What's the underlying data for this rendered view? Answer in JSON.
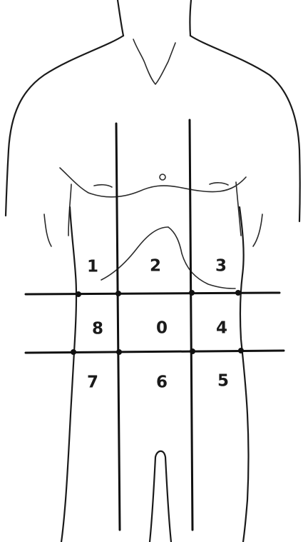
{
  "regions": [
    {
      "id": "r1",
      "label": "1"
    },
    {
      "id": "r2",
      "label": "2"
    },
    {
      "id": "r3",
      "label": "3"
    },
    {
      "id": "r8",
      "label": "8"
    },
    {
      "id": "r0",
      "label": "0"
    },
    {
      "id": "r4",
      "label": "4"
    },
    {
      "id": "r7",
      "label": "7"
    },
    {
      "id": "r6",
      "label": "6"
    },
    {
      "id": "r5",
      "label": "5"
    }
  ]
}
